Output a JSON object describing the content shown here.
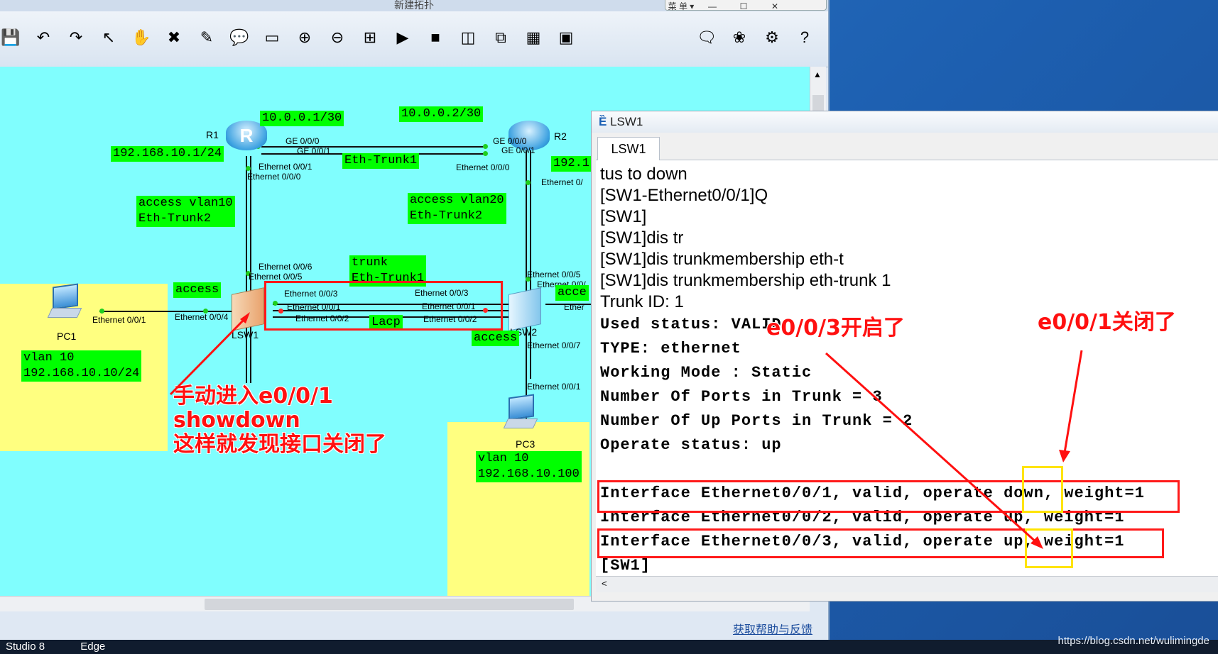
{
  "window": {
    "title": "新建拓扑",
    "controls": [
      "菜 单 ▾",
      "—",
      "☐",
      "✕"
    ],
    "help_link": "获取帮助与反馈"
  },
  "toolbar": {
    "icons": [
      "save-icon",
      "undo-icon",
      "redo-icon",
      "pointer-icon",
      "hand-icon",
      "delete-icon",
      "delete-link-icon",
      "text-icon",
      "rectangle-icon",
      "zoom-in-icon",
      "zoom-out-icon",
      "fit-icon",
      "start-icon",
      "stop-icon",
      "capture-icon",
      "topology-icon",
      "grid-icon",
      "terminal-icon"
    ],
    "glyphs": [
      "💾",
      "↶",
      "↷",
      "↖",
      "✋",
      "✖",
      "✎",
      "💬",
      "▭",
      "⊕",
      "⊖",
      "⊞",
      "▶",
      "■",
      "◫",
      "⧉",
      "▦",
      "▣"
    ],
    "right_icons": [
      "chat-icon",
      "huawei-icon",
      "settings-icon",
      "help-icon"
    ],
    "right_glyphs": [
      "🗨",
      "❀",
      "⚙",
      "?"
    ]
  },
  "topology": {
    "labels": {
      "r1_ip_wan": "10.0.0.1/30",
      "r2_ip_wan": "10.0.0.2/30",
      "r1_ip_lan": "192.168.10.1/24",
      "r2_ip_lan": "192.1",
      "eth_trunk1_top": "Eth-Trunk1",
      "r1_sw_access": "access vlan10\nEth-Trunk2",
      "r2_sw_access": "access vlan20\nEth-Trunk2",
      "trunk_mid": "trunk\nEth-Trunk1",
      "access_left": "access",
      "access_right": "acce",
      "access_bottom": "access",
      "lacp": "Lacp",
      "pc1_info": "vlan 10\n192.168.10.10/24",
      "pc3_info": "vlan 10\n192.168.10.100"
    },
    "devices": {
      "r1": "R1",
      "r2": "R2",
      "lsw1": "LSW1",
      "lsw2": "LSW2",
      "pc1": "PC1",
      "pc3": "PC3",
      "r1_glyph": "R"
    },
    "ports": {
      "r1_ge000": "GE 0/0/0",
      "r1_ge001": "GE 0/0/1",
      "r2_ge000": "GE 0/0/0",
      "r2_ge001": "GE 0/0/1",
      "r1_e001": "Ethernet 0/0/1",
      "r1_e000": "Ethernet 0/0/0",
      "r2_e000": "Ethernet 0/0/0",
      "r2_e0x": "Ethernet 0/",
      "sw1_e006": "Ethernet 0/0/6",
      "sw1_e005": "Ethernet 0/0/5",
      "sw1_e003": "Ethernet 0/0/3",
      "sw1_e001": "Ethernet 0/0/1",
      "sw1_e002": "Ethernet 0/0/2",
      "sw1_e004": "Ethernet 0/0/4",
      "sw2_e003": "Ethernet 0/0/3",
      "sw2_e001": "Ethernet 0/0/1",
      "sw2_e002": "Ethernet 0/0/2",
      "sw2_e005": "Ethernet 0/0/5",
      "sw2_e00x": "Ethernet 0/0/",
      "sw2_e007": "Ethernet 0/0/7",
      "sw2_ether": "Ether",
      "pc1_e001": "Ethernet 0/0/1",
      "pc3_e001": "Ethernet 0/0/1"
    },
    "annotation_left": "手动进入e0/0/1\nshowdown\n这样就发现接口关闭了"
  },
  "terminal": {
    "title": "LSW1",
    "tab": "LSW1",
    "lines": [
      "tus to down",
      "[SW1-Ethernet0/0/1]Q",
      "[SW1]",
      "[SW1]dis tr",
      "[SW1]dis trunkmembership eth-t",
      "[SW1]dis trunkmembership eth-trunk 1",
      "Trunk ID: 1",
      "Used status: VALID",
      "TYPE: ethernet",
      "Working Mode : Static",
      "Number Of Ports in Trunk = 3",
      "Number Of Up Ports in Trunk = 2",
      "Operate status: up",
      "",
      "Interface Ethernet0/0/1, valid, operate down, weight=1",
      "Interface Ethernet0/0/2, valid, operate up, weight=1",
      "Interface Ethernet0/0/3, valid, operate up, weight=1",
      "[SW1]"
    ],
    "annotation_e3": "e0/0/3开启了",
    "annotation_e1": "e0/0/1关闭了"
  },
  "taskbar": {
    "items": [
      "Studio 8",
      "Edge"
    ]
  },
  "watermark": "https://blog.csdn.net/wulimingde",
  "colors": {
    "canvas": "#80fefe",
    "label_green": "#00ff00",
    "annotation_red": "#ff1010",
    "highlight_yellow": "#ffe400"
  }
}
